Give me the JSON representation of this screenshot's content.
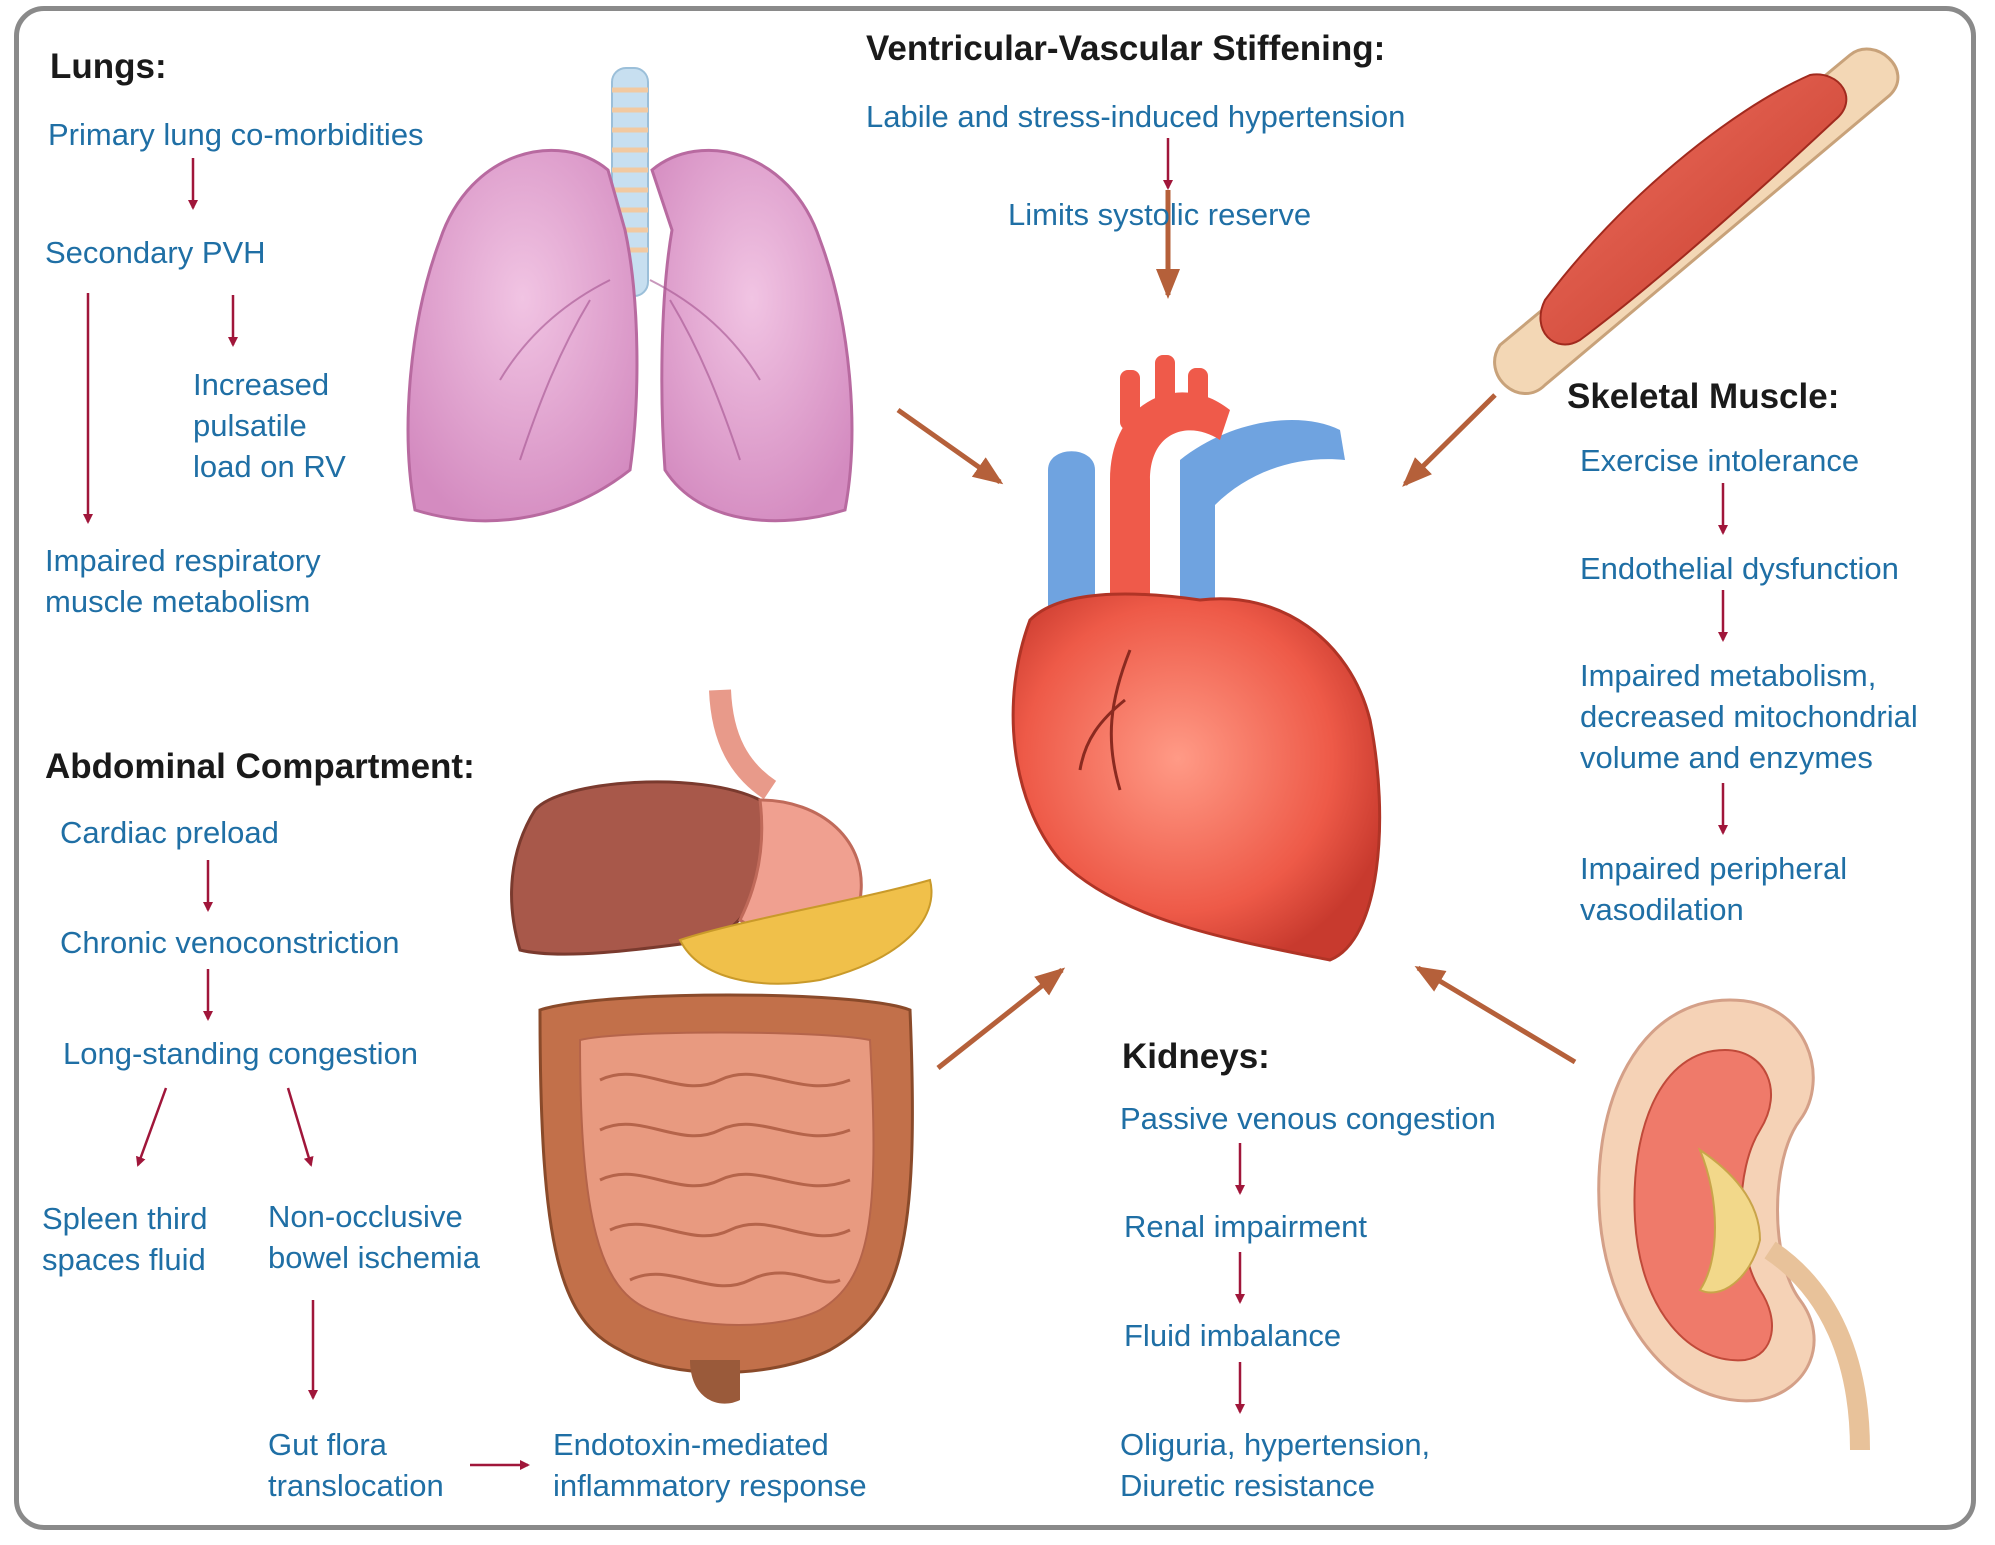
{
  "colors": {
    "text": "#1f6fa5",
    "heading": "#1a1a1a",
    "flow_arrow": "#a0163a",
    "organ_arrow": "#b5603a",
    "frame": "#8a8a8a"
  },
  "organs": {
    "lungs": {
      "heading": "Lungs:",
      "items": [
        "Primary lung co-morbidities",
        "Secondary PVH",
        "Increased\npulsatile\nload on RV",
        "Impaired respiratory\nmuscle metabolism"
      ]
    },
    "vascular": {
      "heading": "Ventricular-Vascular Stiffening:",
      "items": [
        "Labile and stress-induced hypertension",
        "Limits systolic reserve"
      ]
    },
    "muscle": {
      "heading": "Skeletal Muscle:",
      "items": [
        "Exercise intolerance",
        "Endothelial dysfunction",
        "Impaired metabolism,\ndecreased mitochondrial\nvolume and enzymes",
        "Impaired peripheral\nvasodilation"
      ]
    },
    "abdomen": {
      "heading": "Abdominal Compartment:",
      "items": [
        "Cardiac preload",
        "Chronic venoconstriction",
        "Long-standing congestion",
        "Spleen third\nspaces fluid",
        "Non-occlusive\nbowel ischemia",
        "Gut flora\ntranslocation",
        "Endotoxin-mediated\ninflammatory response"
      ]
    },
    "kidneys": {
      "heading": "Kidneys:",
      "items": [
        "Passive venous congestion",
        "Renal impairment",
        "Fluid imbalance",
        "Oliguria, hypertension,\nDiuretic resistance"
      ]
    }
  },
  "illustrations": [
    "lungs-illustration",
    "heart-illustration",
    "muscle-bone-illustration",
    "digestive-organs-illustration",
    "kidney-illustration"
  ]
}
